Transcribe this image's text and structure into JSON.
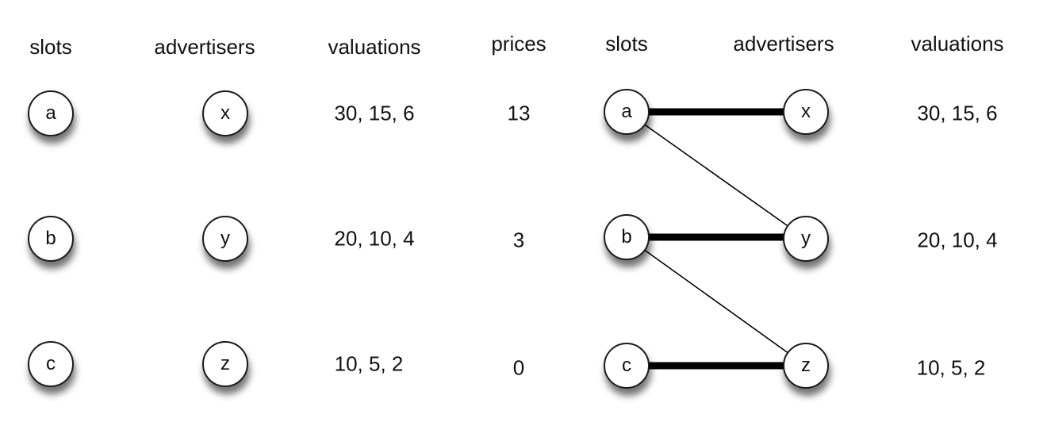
{
  "left_panel": {
    "headers": {
      "slots": "slots",
      "advertisers": "advertisers",
      "valuations": "valuations",
      "prices": "prices"
    },
    "slots": [
      "a",
      "b",
      "c"
    ],
    "advertisers": [
      "x",
      "y",
      "z"
    ],
    "valuations": [
      "30, 15, 6",
      "20, 10, 4",
      "10, 5, 2"
    ],
    "prices": [
      "13",
      "3",
      "0"
    ]
  },
  "right_panel": {
    "headers": {
      "slots": "slots",
      "advertisers": "advertisers",
      "valuations": "valuations"
    },
    "slots": [
      "a",
      "b",
      "c"
    ],
    "advertisers": [
      "x",
      "y",
      "z"
    ],
    "valuations": [
      "30, 15, 6",
      "20, 10, 4",
      "10, 5, 2"
    ],
    "edges": [
      {
        "from": "a",
        "to": "x",
        "style": "thick"
      },
      {
        "from": "a",
        "to": "y",
        "style": "thin"
      },
      {
        "from": "b",
        "to": "y",
        "style": "thick"
      },
      {
        "from": "b",
        "to": "z",
        "style": "thin"
      },
      {
        "from": "c",
        "to": "z",
        "style": "thick"
      }
    ]
  }
}
